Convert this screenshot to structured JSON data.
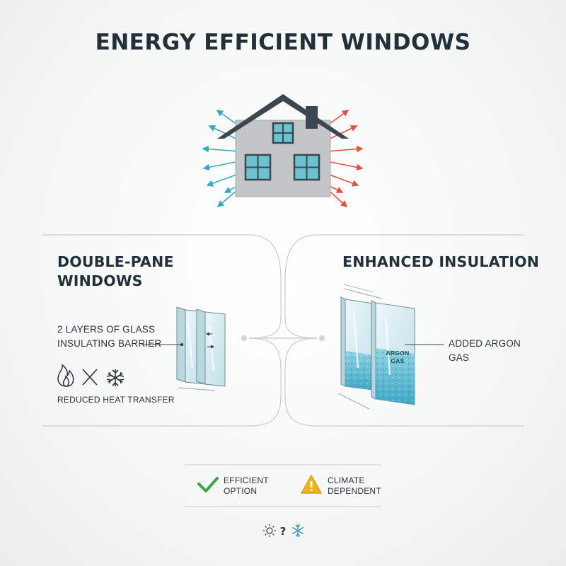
{
  "title": "ENERGY EFFICIENT WINDOWS",
  "left_panel": {
    "heading_line1": "DOUBLE-PANE",
    "heading_line2": "WINDOWS",
    "point1": "2 LAYERS OF GLASS",
    "point2": "INSULATING BARRIER",
    "caption": "REDUCED HEAT TRANSFER",
    "icons": [
      "flame-icon",
      "cross-icon",
      "snowflake-icon"
    ]
  },
  "right_panel": {
    "heading": "ENHANCED INSULATION",
    "callout_line1": "ADDED ARGON",
    "callout_line2": "GAS",
    "gas_label_line1": "ARGON",
    "gas_label_line2": "GAS"
  },
  "legend": {
    "good_line1": "EFFICIENT",
    "good_line2": "OPTION",
    "warn_line1": "CLIMATE",
    "warn_line2": "DEPENDENT",
    "good_icon": "checkmark-icon",
    "warn_icon": "warning-icon"
  },
  "footer_icons": [
    "sun-icon",
    "question-icon",
    "snowflake-icon"
  ],
  "colors": {
    "cold": "#3aa8c4",
    "hot": "#e0523f",
    "house": "#c3c5c7",
    "roof": "#3a4650",
    "window": "#6cc3cf",
    "check": "#3fa34d",
    "warning": "#f2b41c"
  }
}
